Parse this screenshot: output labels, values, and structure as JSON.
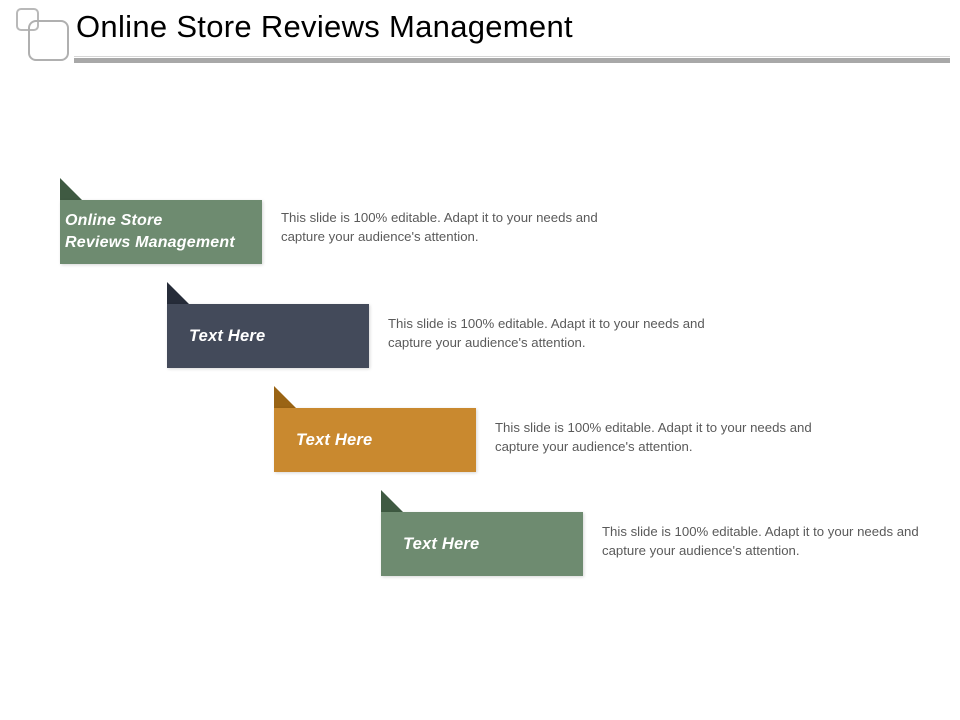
{
  "header": {
    "title": "Online Store Reviews Management",
    "logo_icon": "overlapping-rounded-squares-icon"
  },
  "colors": {
    "green": "#6e8b70",
    "green_fold": "#3f5a42",
    "navy": "#434a5a",
    "navy_fold": "#262c39",
    "orange": "#c9892f",
    "orange_fold": "#9a6414",
    "title_text": "#000000",
    "body_text": "#5a5a5a",
    "rule": "#a8a8a8",
    "background": "#ffffff"
  },
  "rows": [
    {
      "label": "Online Store\nReviews Management",
      "body": "This slide is 100% editable. Adapt it to your needs and capture your audience's attention.",
      "color": "#6e8b70",
      "fold_color": "#3f5a42"
    },
    {
      "label": "Text Here",
      "body": "This slide is 100% editable. Adapt it to your needs and capture your audience's attention.",
      "color": "#434a5a",
      "fold_color": "#262c39"
    },
    {
      "label": "Text Here",
      "body": "This slide is 100% editable. Adapt it to your needs and capture your audience's attention.",
      "color": "#c9892f",
      "fold_color": "#9a6414"
    },
    {
      "label": "Text Here",
      "body": "This slide is 100% editable. Adapt it to your needs and capture your audience's attention.",
      "color": "#6e8b70",
      "fold_color": "#3f5a42"
    }
  ]
}
